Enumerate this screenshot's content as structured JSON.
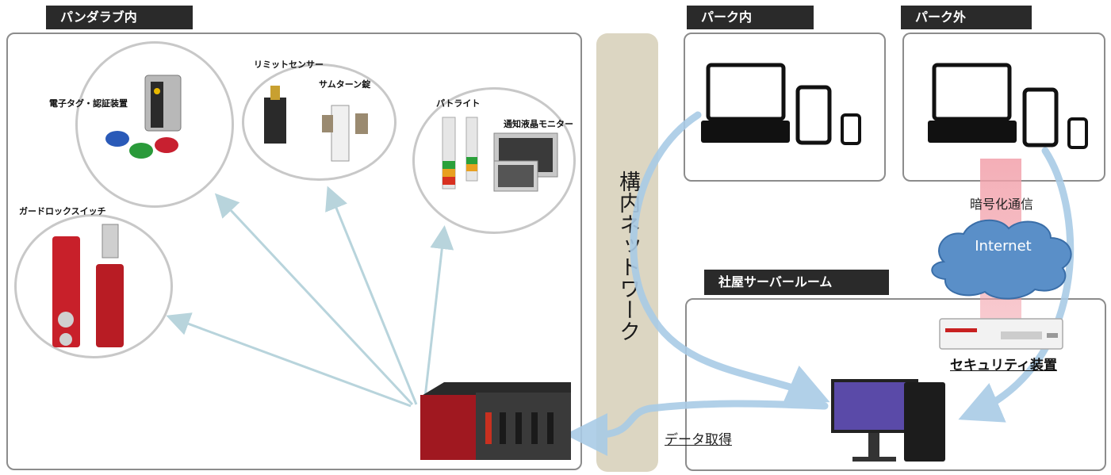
{
  "sections": {
    "lab": "パンダラブ内",
    "park_in": "パーク内",
    "park_out": "パーク外",
    "server_room": "社屋サーバールーム"
  },
  "network_label": "構内ネットワーク",
  "devices": {
    "tag": "電子タグ・認証装置",
    "limit_sensor": "リミットセンサー",
    "thumb_lock": "サムターン錠",
    "patlite": "パトライト",
    "lcd_monitor": "通知液晶モニター",
    "guard_lock": "ガードロックスイッチ"
  },
  "labels": {
    "encrypted": "暗号化通信",
    "internet": "Internet",
    "security": "セキュリティ装置",
    "data_acquisition": "データ取得"
  },
  "colors": {
    "tab_bg": "#2a2a2a",
    "flow_arrow": "#a9cbe6",
    "network_bar": "#dcd6c2",
    "cloud": "#5a8fc8",
    "plc_red": "#a01820"
  }
}
